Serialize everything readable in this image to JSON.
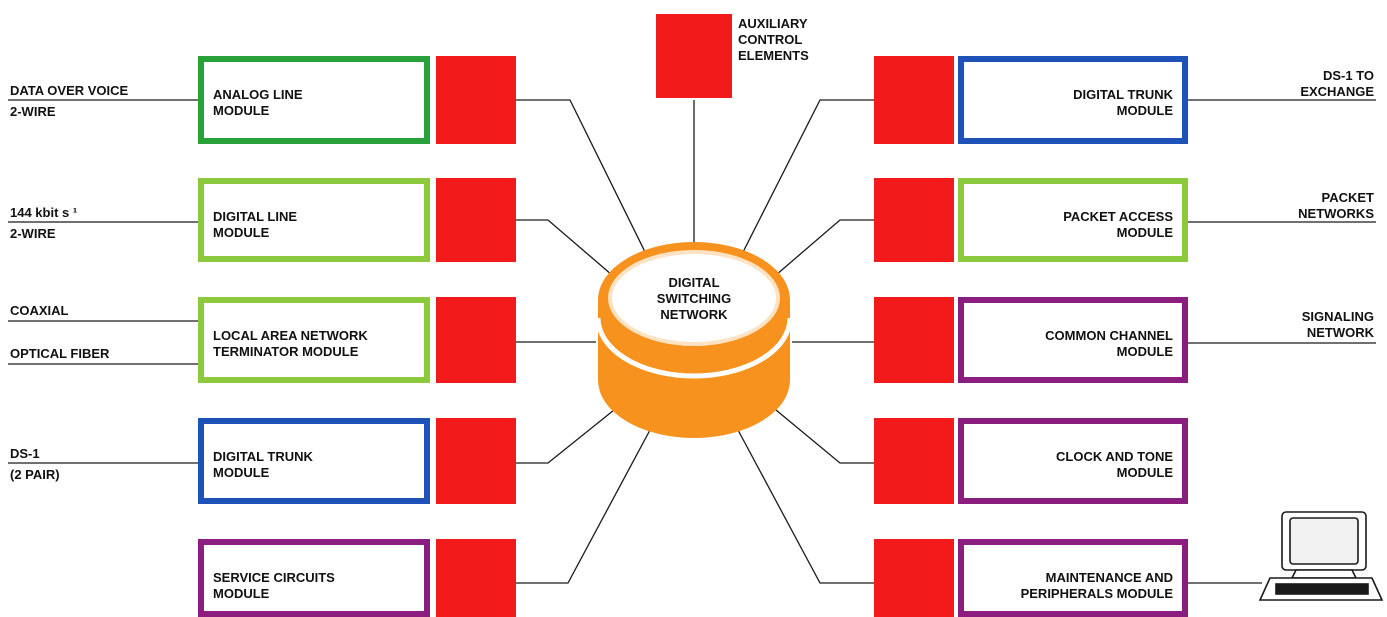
{
  "colors": {
    "analog_green": "#27a138",
    "light_green": "#8cc93d",
    "blue": "#1e52b8",
    "purple": "#8b1d7e",
    "red": "#f21a1a",
    "orange": "#f7921e"
  },
  "center": {
    "label": "DIGITAL\nSWITCHING\nNETWORK",
    "icon": "switching-network-cylinder"
  },
  "auxiliary": {
    "label": "AUXILIARY\nCONTROL\nELEMENTS"
  },
  "left_modules": [
    {
      "label": "ANALOG LINE\nMODULE",
      "color": "analog_green"
    },
    {
      "label": "DIGITAL LINE\nMODULE",
      "color": "light_green"
    },
    {
      "label": "LOCAL AREA NETWORK\nTERMINATOR MODULE",
      "color": "light_green"
    },
    {
      "label": "DIGITAL TRUNK\nMODULE",
      "color": "blue"
    },
    {
      "label": "SERVICE CIRCUITS\nMODULE",
      "color": "purple"
    }
  ],
  "right_modules": [
    {
      "label": "DIGITAL TRUNK\nMODULE",
      "color": "blue"
    },
    {
      "label": "PACKET ACCESS\nMODULE",
      "color": "light_green"
    },
    {
      "label": "COMMON CHANNEL\nMODULE",
      "color": "purple"
    },
    {
      "label": "CLOCK AND TONE\nMODULE",
      "color": "purple"
    },
    {
      "label": "MAINTENANCE AND\nPERIPHERALS MODULE",
      "color": "purple"
    }
  ],
  "left_external": {
    "data_over_voice": "DATA OVER VOICE",
    "two_wire_1": "2-WIRE",
    "kbit": "144 kbit s ¹",
    "two_wire_2": "2-WIRE",
    "coaxial": "COAXIAL",
    "optical_fiber": "OPTICAL FIBER",
    "ds1": "DS-1",
    "two_pair": "(2 PAIR)"
  },
  "right_external": {
    "ds1_exchange": "DS-1 TO\nEXCHANGE",
    "packet_networks": "PACKET\nNETWORKS",
    "signaling_network": "SIGNALING\nNETWORK"
  },
  "terminal": {
    "icon": "computer-terminal-icon"
  }
}
